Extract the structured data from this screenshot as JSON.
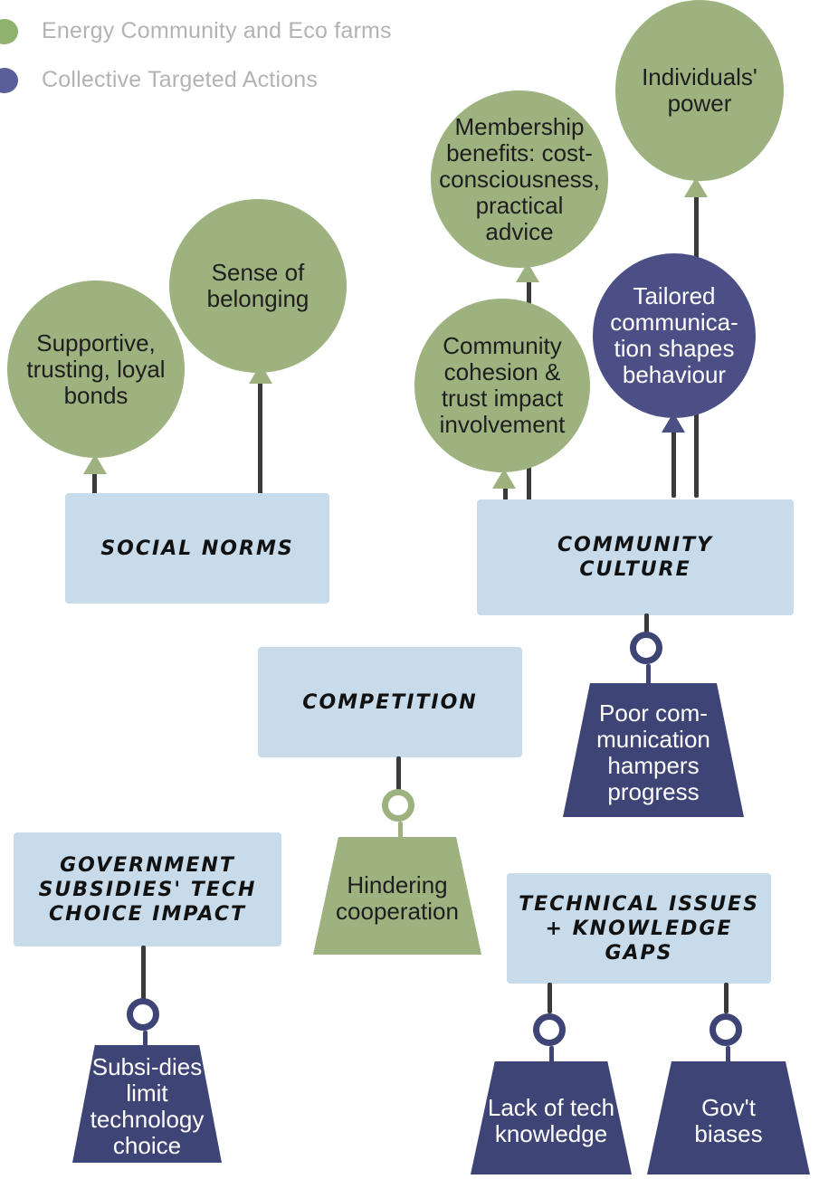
{
  "legend": [
    {
      "label": "Energy Community and Eco farms",
      "color": "#8fb26e"
    },
    {
      "label": "Collective Targeted Actions",
      "color": "#5a5f99"
    }
  ],
  "colors": {
    "green": "#9db27f",
    "blue": "#4b4f86",
    "box": "#c7dbea"
  },
  "boxes": {
    "social_norms": "SOCIAL NORMS",
    "community_culture": "COMMUNITY CULTURE",
    "competition": "COMPETITION",
    "government": "GOVERNMENT SUBSIDIES' TECH CHOICE IMPACT",
    "technical": "TECHNICAL ISSUES + KNOWLEDGE GAPS"
  },
  "balloons": {
    "supportive": "Supportive, trusting, loyal bonds",
    "belonging": "Sense of belonging",
    "membership": "Membership benefits: cost-consciousness, practical advice",
    "individuals": "Individuals' power",
    "cohesion": "Community cohesion & trust impact involvement",
    "tailored": "Tailored communica-tion shapes behaviour"
  },
  "weights": {
    "poor_communication": "Poor com-munication hampers progress",
    "hindering": "Hindering cooperation",
    "subsidies": "Subsi-dies limit technology choice",
    "lack_knowledge": "Lack of tech knowledge",
    "gov_biases": "Gov't biases"
  }
}
